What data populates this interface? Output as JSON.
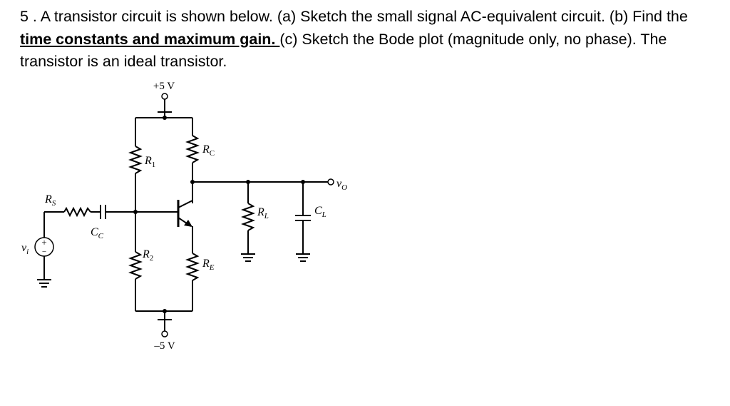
{
  "question": {
    "prefix": "5 . A transistor circuit is shown below. (a) Sketch the small signal AC-equivalent circuit. (b) Find the ",
    "emphasis": "time constants and maximum gain. ",
    "suffix": "(c) Sketch the Bode plot (magnitude only, no phase). The transistor is an ideal transistor."
  },
  "circuit": {
    "vcc": "+5 V",
    "vee": "–5 V",
    "rs": "R",
    "rs_sub": "S",
    "cc": "C",
    "cc_sub": "C",
    "vi": "v",
    "vi_sub": "i",
    "plus": "+",
    "minus": "−",
    "r1": "R",
    "r1_sub": "1",
    "r2": "R",
    "r2_sub": "2",
    "rc": "R",
    "rc_sub": "C",
    "re": "R",
    "re_sub": "E",
    "rl": "R",
    "rl_sub": "L",
    "cl": "C",
    "cl_sub": "L",
    "vo": "v",
    "vo_sub": "O"
  }
}
